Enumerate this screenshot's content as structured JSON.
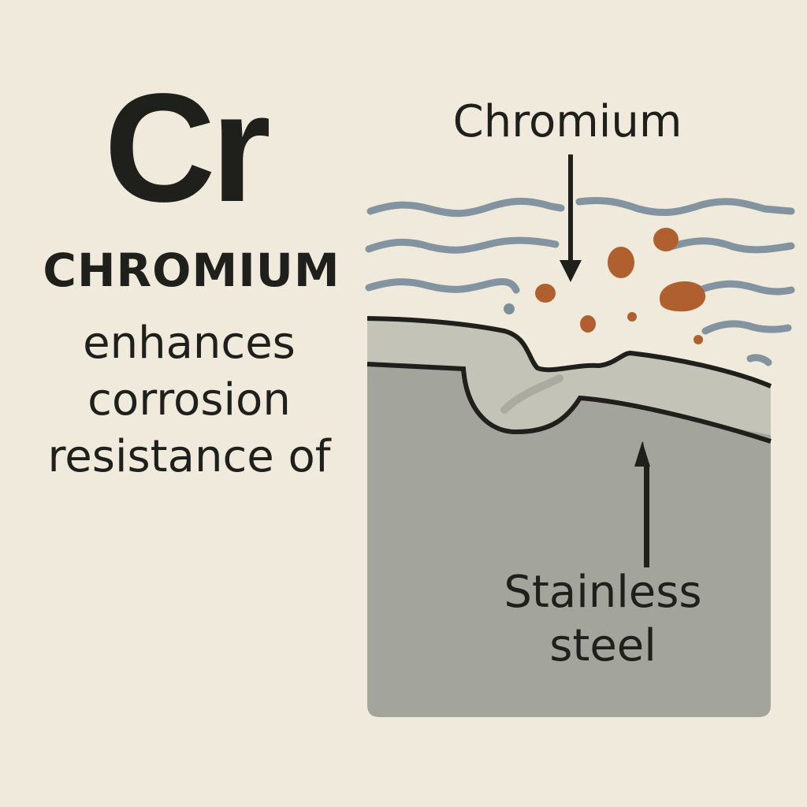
{
  "left_panel": {
    "symbol": "Cr",
    "element_name": "CHROMIUM",
    "description_lines": [
      "enhances",
      "corrosion",
      "resistance of"
    ]
  },
  "diagram": {
    "top_label": "Chromium",
    "bottom_label_lines": [
      "Stainless",
      "steel"
    ],
    "colors": {
      "background": "#efeadc",
      "water": "#7e8f9c",
      "rust": "#b0602e",
      "oxide_layer": "#c4c3b8",
      "steel": "#a3a49c",
      "outline": "#1f1f1b"
    }
  }
}
